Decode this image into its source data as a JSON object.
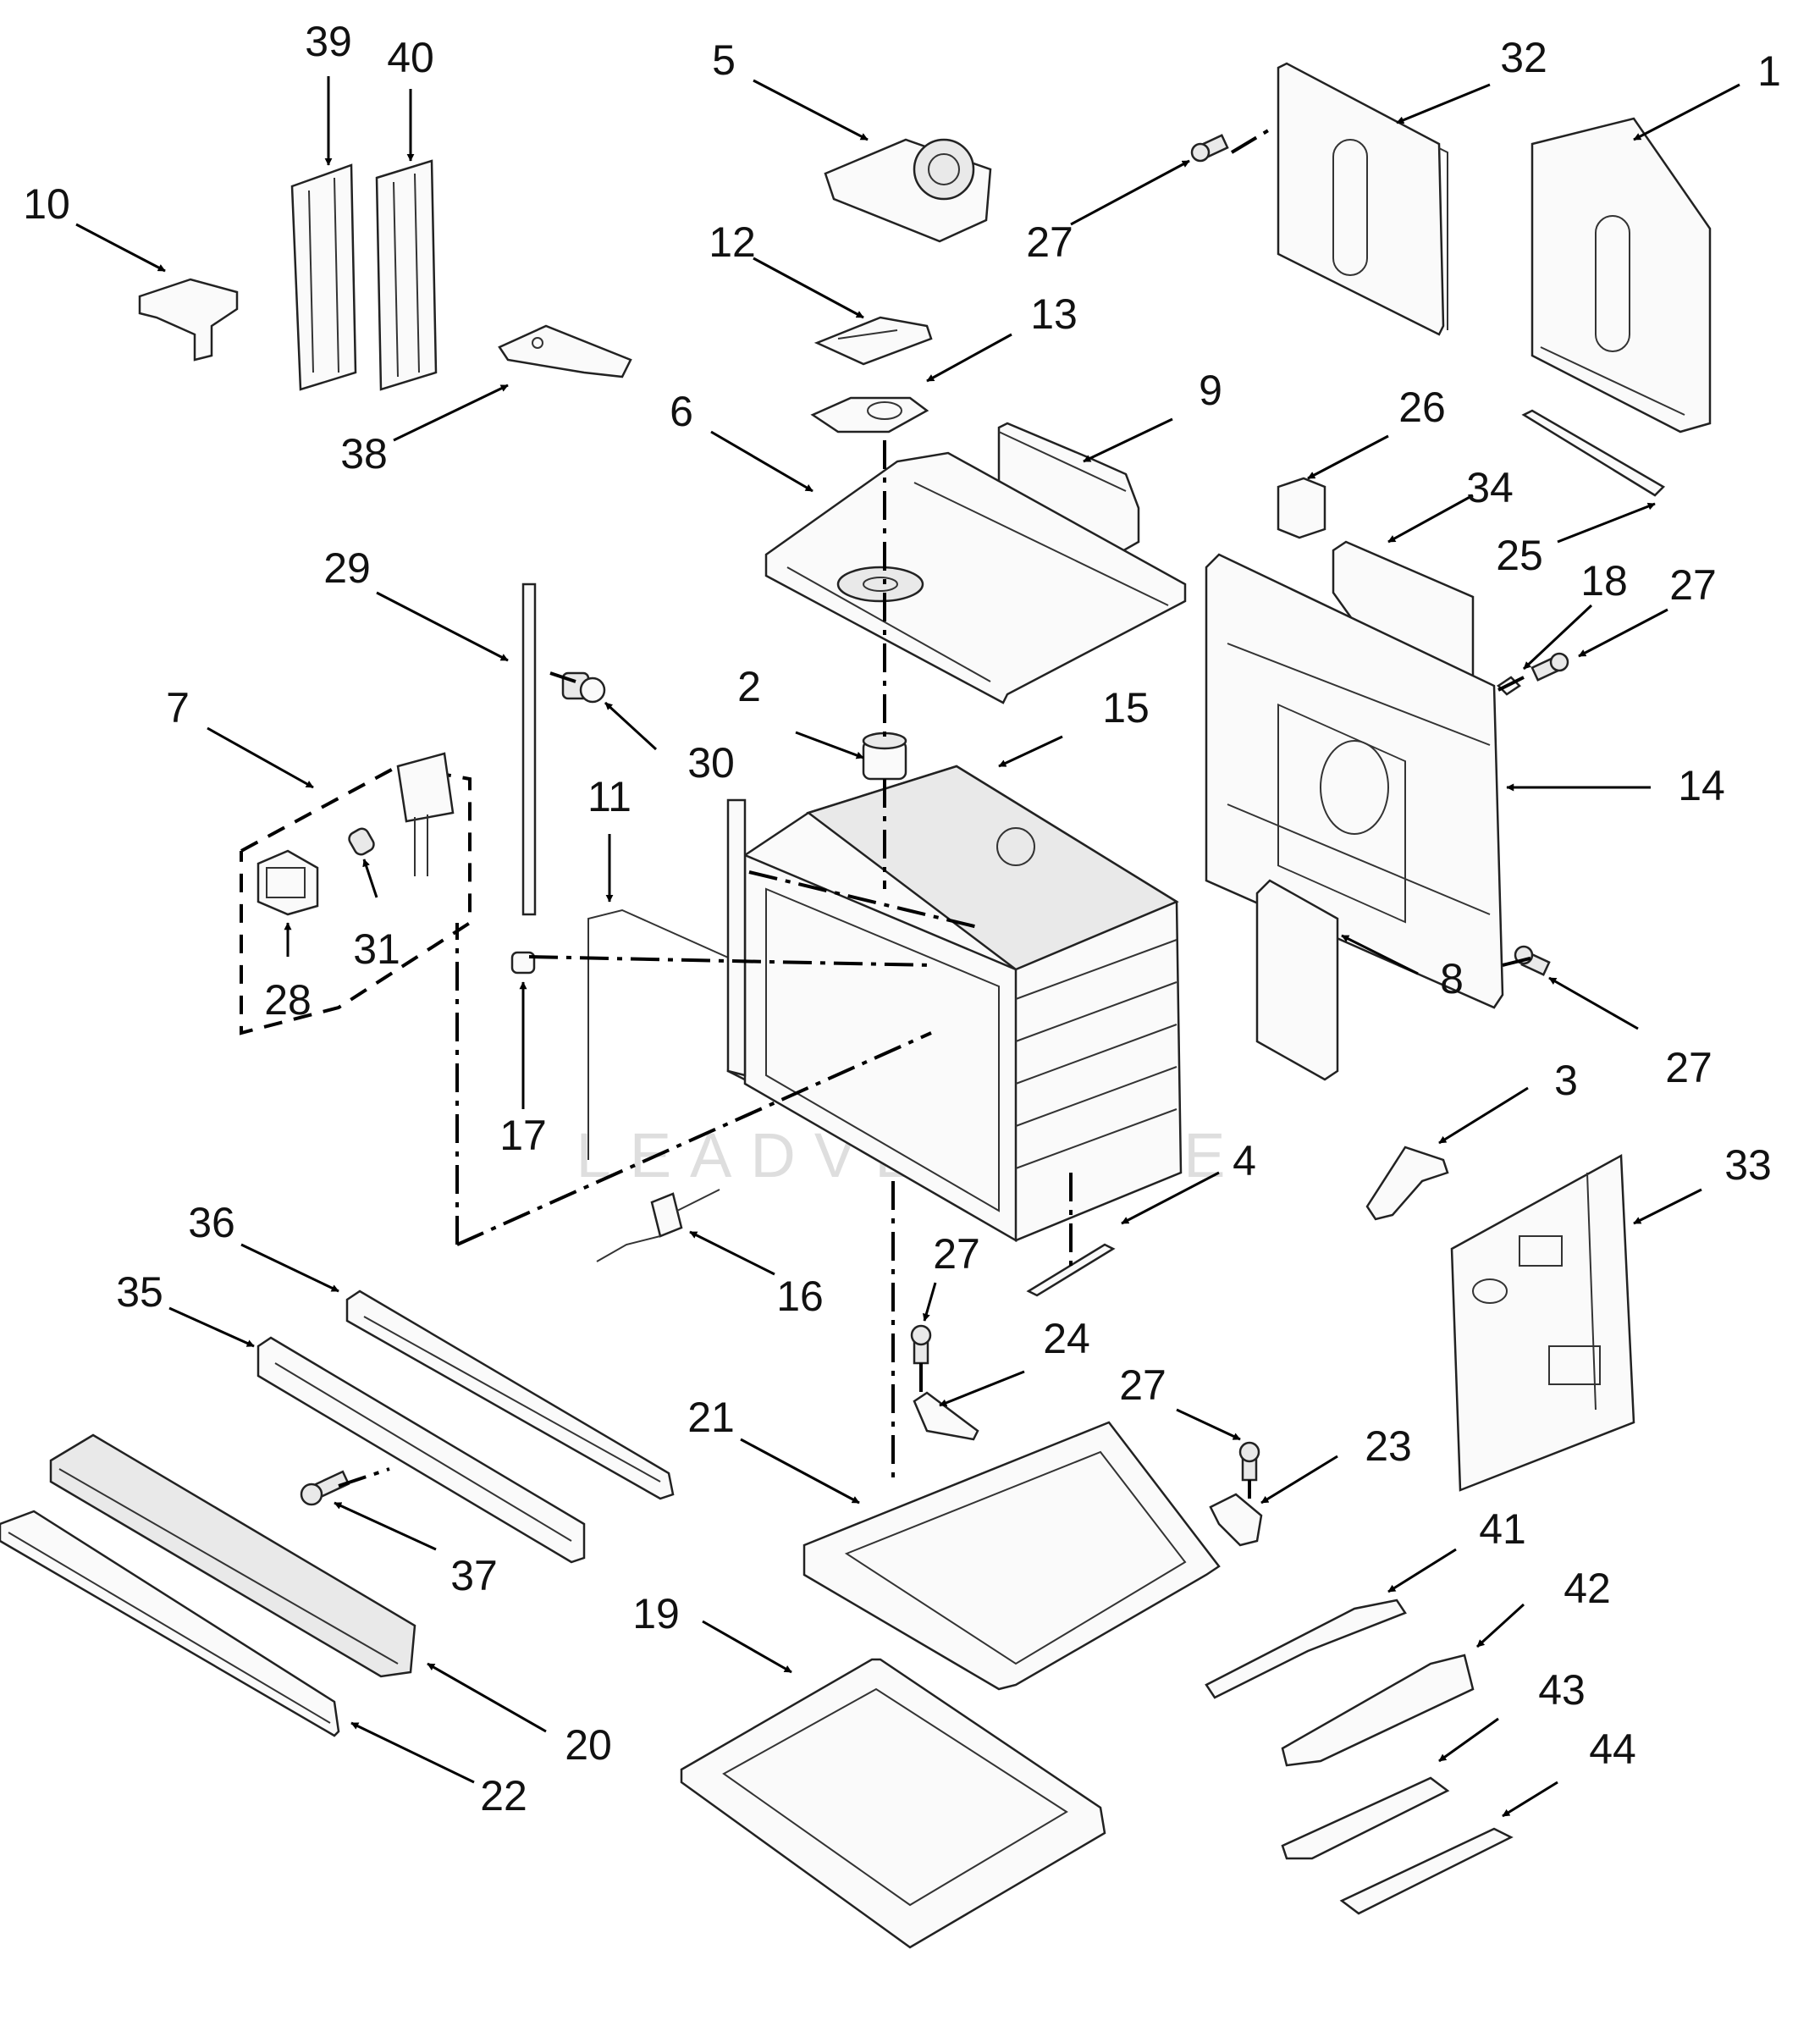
{
  "diagram": {
    "labels": [
      "1",
      "2",
      "3",
      "4",
      "5",
      "6",
      "7",
      "8",
      "9",
      "10",
      "11",
      "12",
      "13",
      "14",
      "15",
      "16",
      "17",
      "18",
      "19",
      "20",
      "21",
      "22",
      "23",
      "24",
      "25",
      "26",
      "27",
      "28",
      "29",
      "30",
      "31",
      "32",
      "33",
      "34",
      "35",
      "36",
      "37",
      "38",
      "39",
      "40",
      "41",
      "42",
      "43",
      "44"
    ],
    "repeated_label": "27",
    "watermark": "LEADVENTURE"
  }
}
